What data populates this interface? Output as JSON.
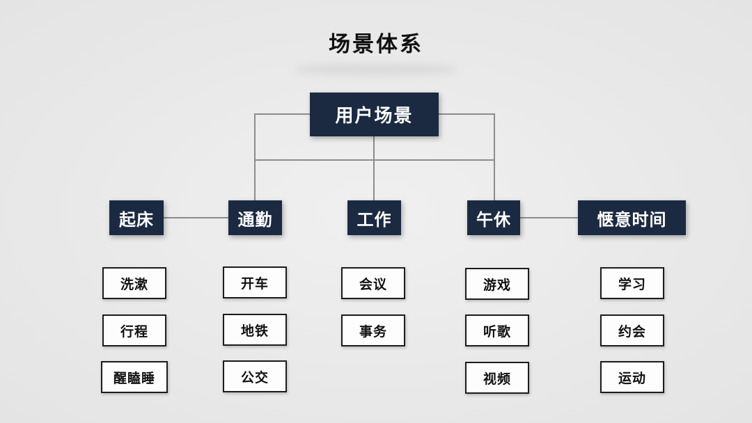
{
  "title": "场景体系",
  "root": {
    "label": "用户场景"
  },
  "colors": {
    "background": "#e9e9e9",
    "node_dark": "#1b2a41",
    "node_dark_text": "#ffffff",
    "leaf_background": "#fdfdfd",
    "leaf_border": "#1c1c1c",
    "connector_line": "#8c8c8c",
    "title_text": "#111111"
  },
  "categories": [
    {
      "label": "起床",
      "children": [
        "洗漱",
        "行程",
        "醒瞌睡"
      ]
    },
    {
      "label": "通勤",
      "children": [
        "开车",
        "地铁",
        "公交"
      ]
    },
    {
      "label": "工作",
      "children": [
        "会议",
        "事务"
      ]
    },
    {
      "label": "午休",
      "children": [
        "游戏",
        "听歌",
        "视频"
      ]
    },
    {
      "label": "惬意时间",
      "children": [
        "学习",
        "约会",
        "运动"
      ]
    }
  ]
}
